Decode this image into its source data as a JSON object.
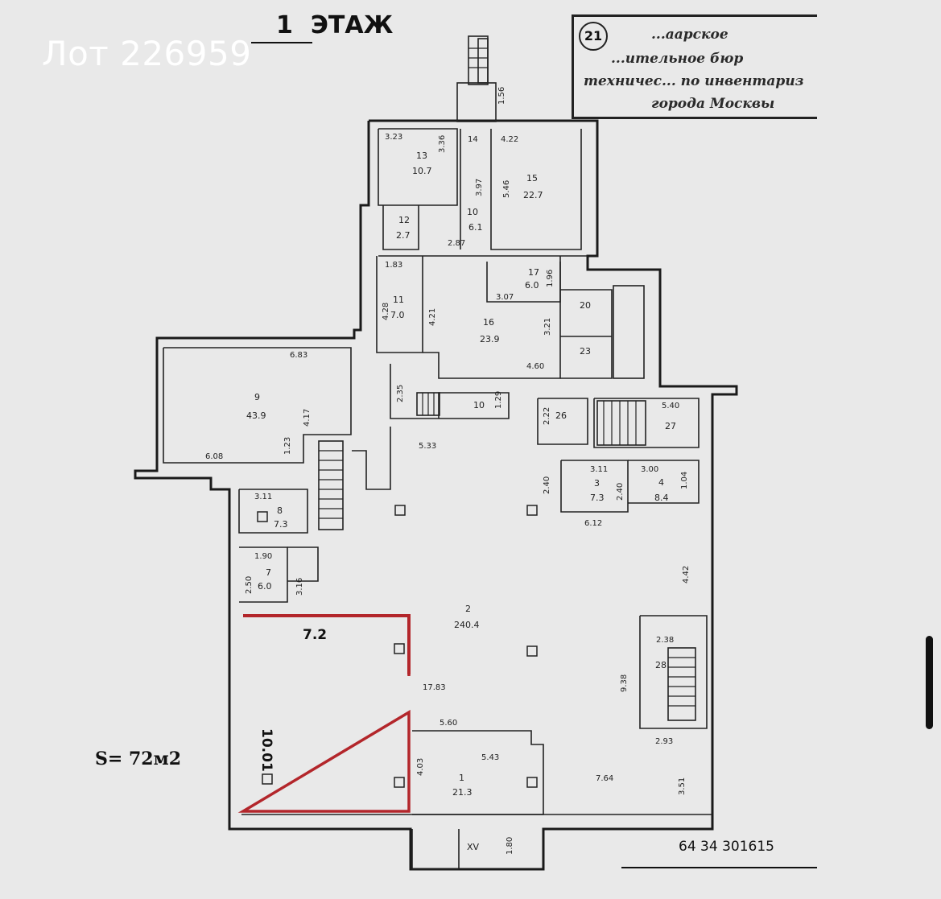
{
  "lot_label": "Лот 226959",
  "floor": {
    "number": "1",
    "label": "ЭТАЖ"
  },
  "stamp": {
    "number": "21",
    "lines": [
      "...аарское",
      "...ительное бюр",
      "техничес... по инвентариз",
      "города Москвы"
    ]
  },
  "area_label": "S= 72м2",
  "doc_number": "64 34 301615",
  "highlight_room": {
    "width": "7.2",
    "height": "10.01"
  },
  "rooms": [
    {
      "id": "r13",
      "num": "13",
      "area": "10.7"
    },
    {
      "id": "r12",
      "num": "12",
      "area": "2.7"
    },
    {
      "id": "r10a",
      "num": "10",
      "area": "6.1"
    },
    {
      "id": "r15",
      "num": "15",
      "area": "22.7"
    },
    {
      "id": "r11",
      "num": "11",
      "area": "7.0"
    },
    {
      "id": "r17",
      "num": "17",
      "area": "6.0"
    },
    {
      "id": "r16",
      "num": "16",
      "area": "23.9"
    },
    {
      "id": "r20",
      "num": "20",
      "area": ""
    },
    {
      "id": "r23",
      "num": "23",
      "area": ""
    },
    {
      "id": "r9",
      "num": "9",
      "area": "43.9"
    },
    {
      "id": "r10b",
      "num": "10",
      "area": ""
    },
    {
      "id": "r26",
      "num": "26",
      "area": ""
    },
    {
      "id": "r27",
      "num": "27",
      "area": ""
    },
    {
      "id": "r3",
      "num": "3",
      "area": "7.3"
    },
    {
      "id": "r4",
      "num": "4",
      "area": "8.4"
    },
    {
      "id": "r8",
      "num": "8",
      "area": "7.3"
    },
    {
      "id": "r7",
      "num": "7",
      "area": "6.0"
    },
    {
      "id": "r2",
      "num": "2",
      "area": "240.4"
    },
    {
      "id": "r28",
      "num": "28",
      "area": ""
    },
    {
      "id": "r1",
      "num": "1",
      "area": "21.3"
    }
  ],
  "dimensions": {
    "d1": "1.56",
    "d2": "3.23",
    "d3": "3.36",
    "d4": "14",
    "d5": "4.22",
    "d6": "3.97",
    "d7": "5.46",
    "d8": "2.87",
    "d9": "1.83",
    "d10": "4.28",
    "d11": "4.21",
    "d12": "3.07",
    "d13": "1.96",
    "d14": "3.21",
    "d15": "4.60",
    "d16": "6.83",
    "d17": "4.17",
    "d18": "1.23",
    "d19": "6.08",
    "d20": "2.35",
    "d21": "1.29",
    "d22": "5.33",
    "d23": "2.22",
    "d24": "5.40",
    "d25": "2.40",
    "d26": "3.11",
    "d27": "3.00",
    "d28": "1.04",
    "d29": "2.40",
    "d30": "6.12",
    "d31": "3.11",
    "d32": "1.90",
    "d33": "2.50",
    "d34": "3.16",
    "d35": "4.42",
    "d36": "2.38",
    "d37": "17.83",
    "d38": "9.38",
    "d39": "5.60",
    "d40": "5.43",
    "d41": "4.03",
    "d42": "2.93",
    "d43": "7.64",
    "d44": "3.51",
    "d45": "1.80",
    "d46": "XV"
  },
  "colors": {
    "highlight": "#b3262b",
    "background": "#e9e9e9",
    "ink": "#1a1a1a"
  }
}
